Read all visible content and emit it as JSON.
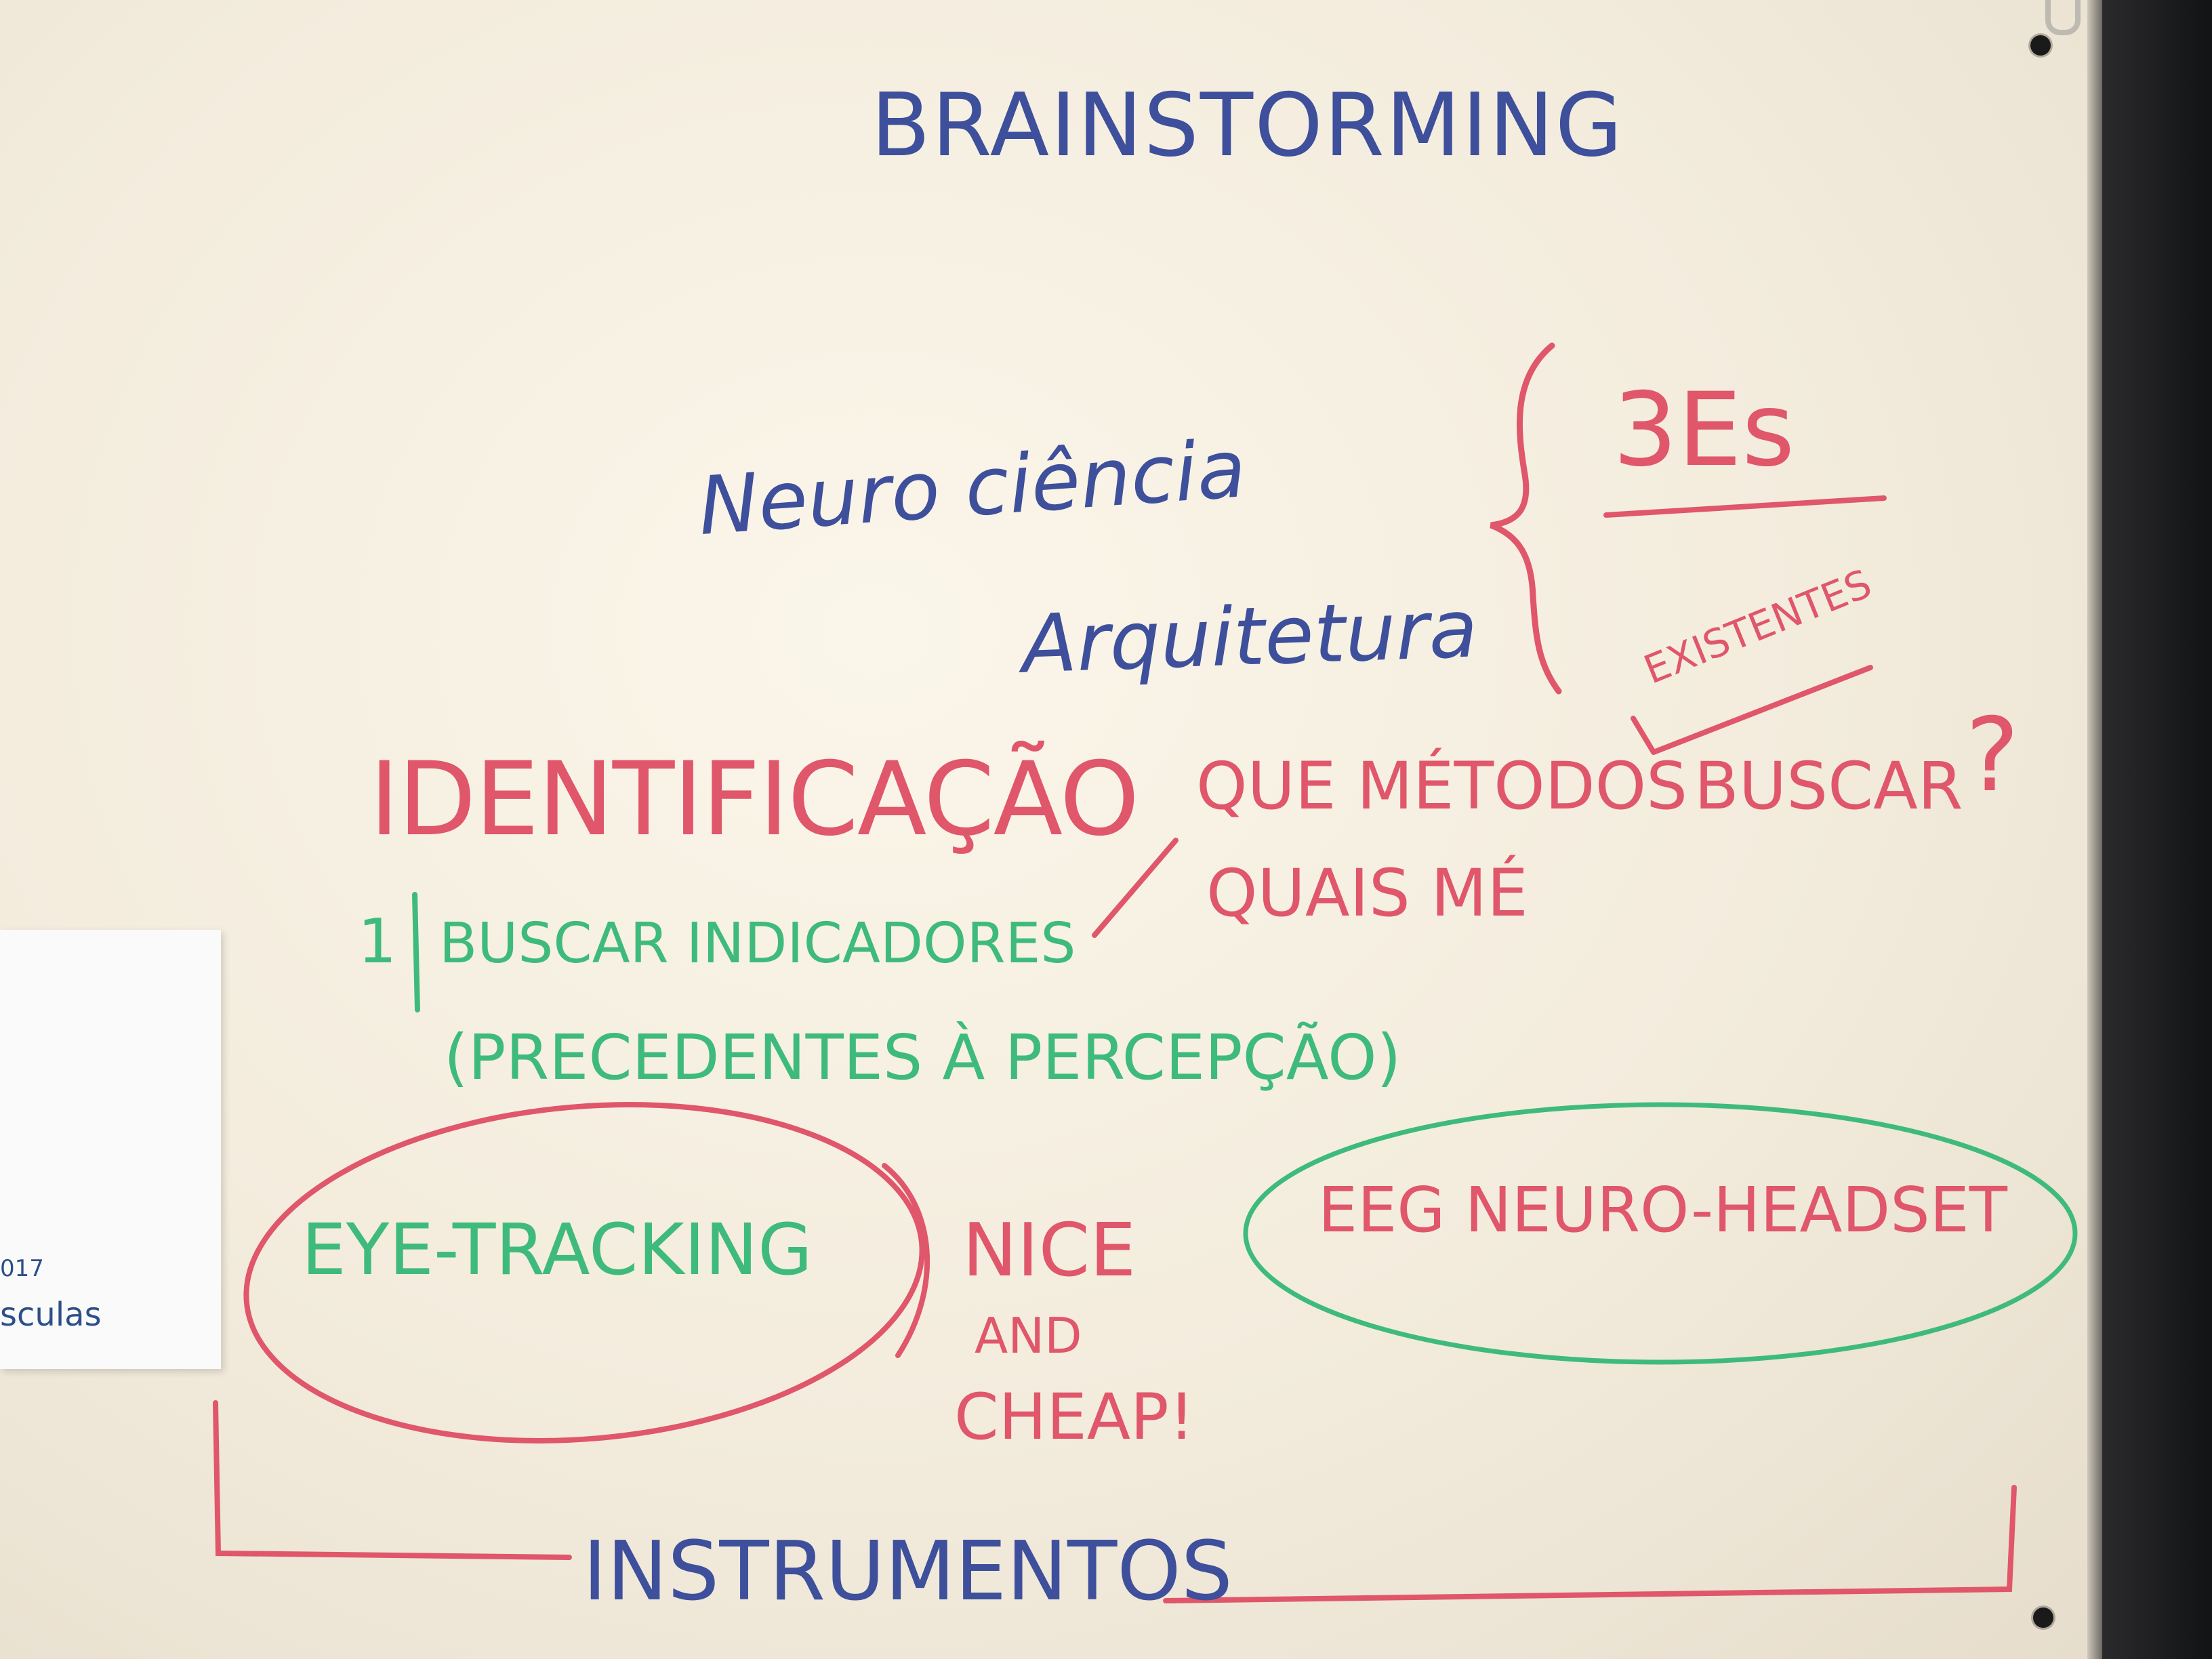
{
  "colors": {
    "marker_blue": "#3e4f9b",
    "marker_red": "#e0566a",
    "marker_green": "#3fba7d",
    "board": "#f6f0e3"
  },
  "paper_note": {
    "line_1": "017",
    "line_2": "sculas"
  },
  "board": {
    "title": "BRAINSTORMING",
    "topics": [
      "Neuro ciência",
      "Arquitetura"
    ],
    "brace_label": "3Es",
    "identification": "IDENTIFICAÇÃO",
    "existentes": "EXISTENTES",
    "question_line_1": "QUE MÉTODOS",
    "question_buscar": "BUSCAR",
    "question_mark": "?",
    "question_line_2": "QUAIS MÉ",
    "list_number": "1",
    "indicator_line_1": "BUSCAR INDICADORES",
    "indicator_line_2": "(PRECEDENTES À PERCEPÇÃO)",
    "instrument_1": "EYE-TRACKING",
    "nice_lines": [
      "NICE",
      "AND",
      "CHEAP!"
    ],
    "instrument_2": "EEG NEURO-HEADSET",
    "instruments_label": "INSTRUMENTOS"
  }
}
